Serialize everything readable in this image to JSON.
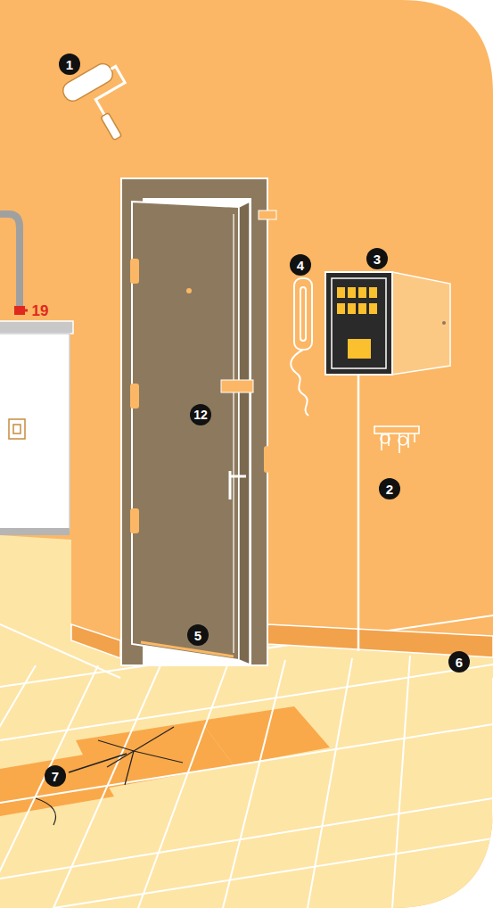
{
  "diagram": {
    "labels": [
      "1",
      "4",
      "3",
      "19",
      "12",
      "2",
      "5",
      "6",
      "7"
    ]
  }
}
